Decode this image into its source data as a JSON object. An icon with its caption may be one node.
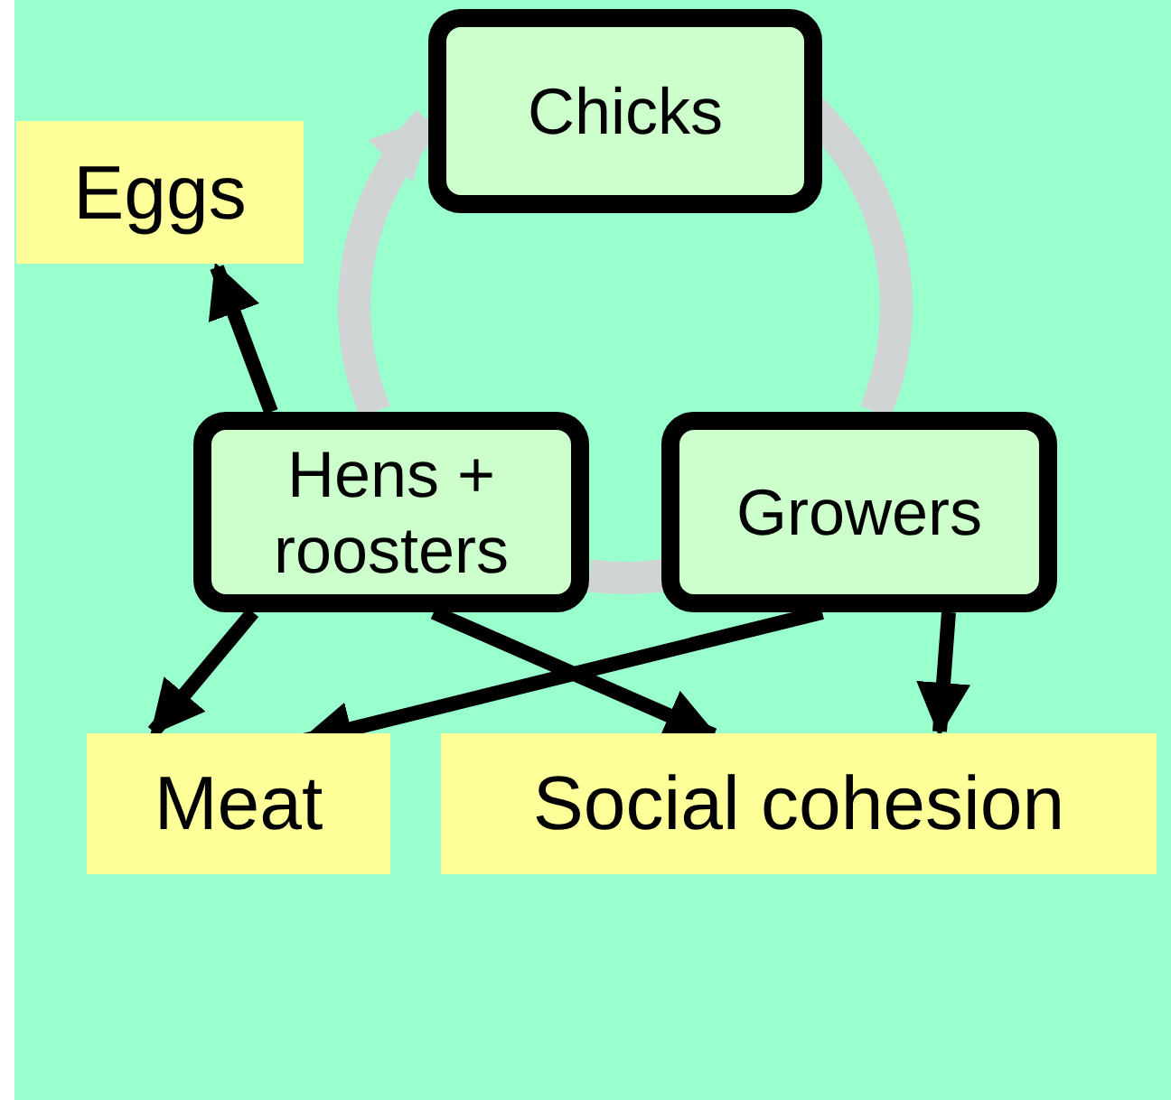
{
  "diagram": {
    "nodes": [
      {
        "text": [
          "Chicks"
        ]
      },
      {
        "text": [
          "Eggs"
        ]
      },
      {
        "text": [
          "Hens + roosters"
        ]
      },
      {
        "text": [
          "Growers"
        ]
      },
      {
        "text": [
          "Meat"
        ]
      },
      {
        "text": [
          "Social cohesion"
        ]
      }
    ],
    "edges": [
      {
        "from": 0,
        "to": 3,
        "arrow": "none",
        "style": "thick",
        "color": "#d0d4d4"
      },
      {
        "from": 3,
        "to": 2,
        "arrow": "none",
        "style": "thick",
        "color": "#d0d4d4"
      },
      {
        "from": 2,
        "to": 0,
        "arrow": "to",
        "style": "thick",
        "color": "#d0d4d4"
      },
      {
        "from": 2,
        "to": 1,
        "arrow": "to"
      },
      {
        "from": 2,
        "to": 4,
        "arrow": "to"
      },
      {
        "from": 2,
        "to": 5,
        "arrow": "to"
      },
      {
        "from": 3,
        "to": 4,
        "arrow": "to"
      },
      {
        "from": 3,
        "to": 5,
        "arrow": "to"
      }
    ]
  }
}
